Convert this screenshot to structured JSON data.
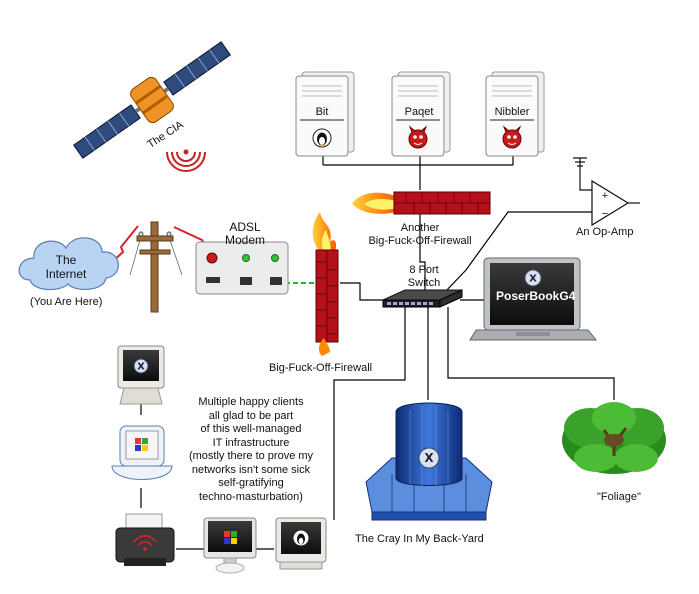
{
  "satellite": {
    "label": "The CIA"
  },
  "servers": [
    {
      "label": "Bit",
      "os_icon": "linux-penguin-icon"
    },
    {
      "label": "Paqet",
      "os_icon": "bsd-daemon-icon"
    },
    {
      "label": "Nibbler",
      "os_icon": "bsd-daemon-icon"
    }
  ],
  "firewall_top": {
    "label_line1": "Another",
    "label_line2": "Big-Fuck-Off-Firewall"
  },
  "opamp": {
    "label": "An Op-Amp",
    "plus": "+",
    "minus": "−"
  },
  "cloud": {
    "label_line1": "The",
    "label_line2": "Internet",
    "caption": "(You Are Here)"
  },
  "modem": {
    "label_line1": "ADSL",
    "label_line2": "Modem"
  },
  "switch": {
    "label_line1": "8 Port",
    "label_line2": "Switch"
  },
  "laptop": {
    "label": "PoserBookG4",
    "os_icon": "mac-x-icon"
  },
  "firewall_main": {
    "label": "Big-Fuck-Off-Firewall"
  },
  "clients": {
    "lines": [
      "Multiple happy clients",
      "all glad to be part",
      "of this well-managed",
      "IT infrastructure",
      "(mostly there to prove my",
      "networks isn't some sick",
      "self-gratifying",
      "techno-masturbation)"
    ]
  },
  "cray": {
    "label": "The Cray In My Back-Yard",
    "os_icon": "mac-x-icon"
  },
  "foliage": {
    "label": "\"Foliage\""
  },
  "icon_glyphs": {
    "mac_x": "X"
  },
  "colors": {
    "cable": "#000000",
    "firewall_brick": "#b3121b",
    "fire": "#ff8a00",
    "cloud": "#b9d3f2",
    "cray": "#1f4fb0",
    "foliage": "#3aa12a",
    "wireless_red": "#d4232a"
  }
}
